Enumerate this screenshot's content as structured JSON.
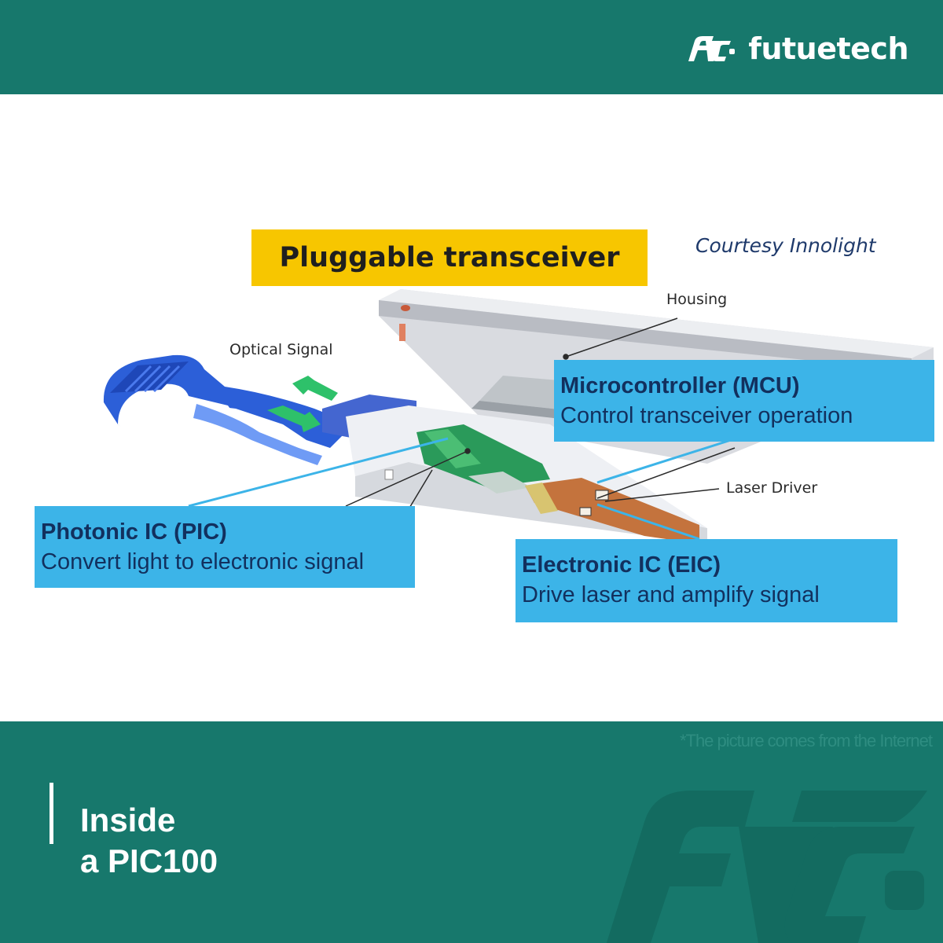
{
  "header": {
    "brand_name": "futuetech",
    "logo_icon": "ftc-logo-icon",
    "brand_color": "#17786c"
  },
  "figure": {
    "title": "Pluggable transceiver",
    "title_bg_color": "#f7c600",
    "courtesy": "Courtesy Innolight",
    "labels": {
      "housing": "Housing",
      "optical_signal": "Optical Signal",
      "laser_driver": "Laser Driver"
    },
    "callouts": {
      "mcu": {
        "title": "Microcontroller (MCU)",
        "desc": "Control transceiver operation"
      },
      "pic": {
        "title": "Photonic IC (PIC)",
        "desc": "Convert light to electronic signal"
      },
      "eic": {
        "title": "Electronic IC (EIC)",
        "desc": "Drive laser and amplify signal"
      }
    },
    "callout_color": "#3cb4e8"
  },
  "footer": {
    "note": "*The picture comes from the Internet",
    "heading_line1": "Inside",
    "heading_line2": "a PIC100"
  }
}
